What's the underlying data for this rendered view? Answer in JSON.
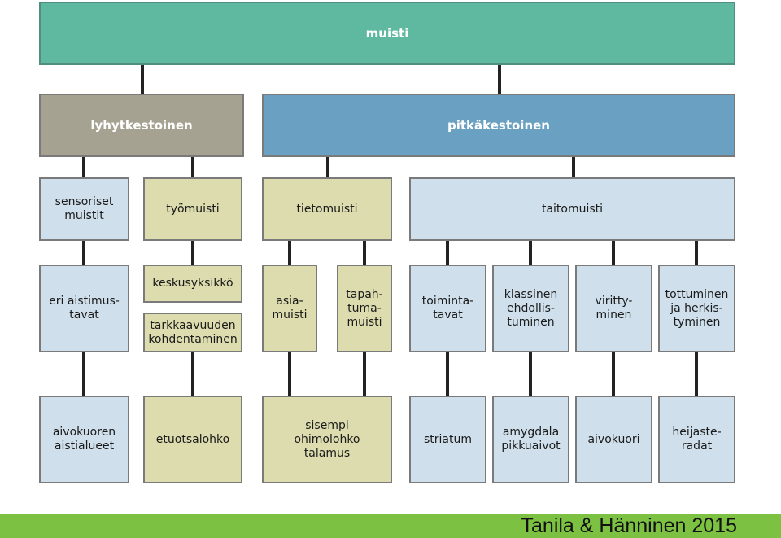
{
  "root": {
    "label": "muisti",
    "color": "#5fb8a0"
  },
  "level1": {
    "short": {
      "label": "lyhytkestoinen",
      "color": "#a6a291"
    },
    "long": {
      "label": "pitkäkestoinen",
      "color": "#6aa0c2"
    }
  },
  "level2": {
    "sensory": "sensoriset\nmuistit",
    "working": "työmuisti",
    "declarative": "tietomuisti",
    "procedural": "taitomuisti"
  },
  "level3": {
    "modalities": "eri aistimus-\ntavat",
    "central": "keskusyksikkö",
    "attention": "tarkkaavuuden\nkohdentaminen",
    "semantic": "asia-\nmuisti",
    "episodic": "tapah-\ntuma-\nmuisti",
    "procedures": "toiminta-\ntavat",
    "conditioning": "klassinen\nehdollis-\ntuminen",
    "priming": "viritty-\nminen",
    "habituation": "tottuminen\nja herkis-\ntyminen"
  },
  "level4": {
    "sensory_cortex": "aivokuoren\naistialueet",
    "prefrontal": "etuotsalohko",
    "medial_temporal": "sisempi\nohimolohko\ntalamus",
    "striatum": "striatum",
    "amygdala": "amygdala\npikkuaivot",
    "cortex": "aivokuori",
    "reflex": "heijaste-\nradat"
  },
  "colors": {
    "blue_box": "#cfe0ec",
    "olive_box": "#dcdcae",
    "connector": "#222222",
    "footer": "#7dc142"
  },
  "footer": {
    "credit": "Tanila & Hänninen 2015"
  }
}
